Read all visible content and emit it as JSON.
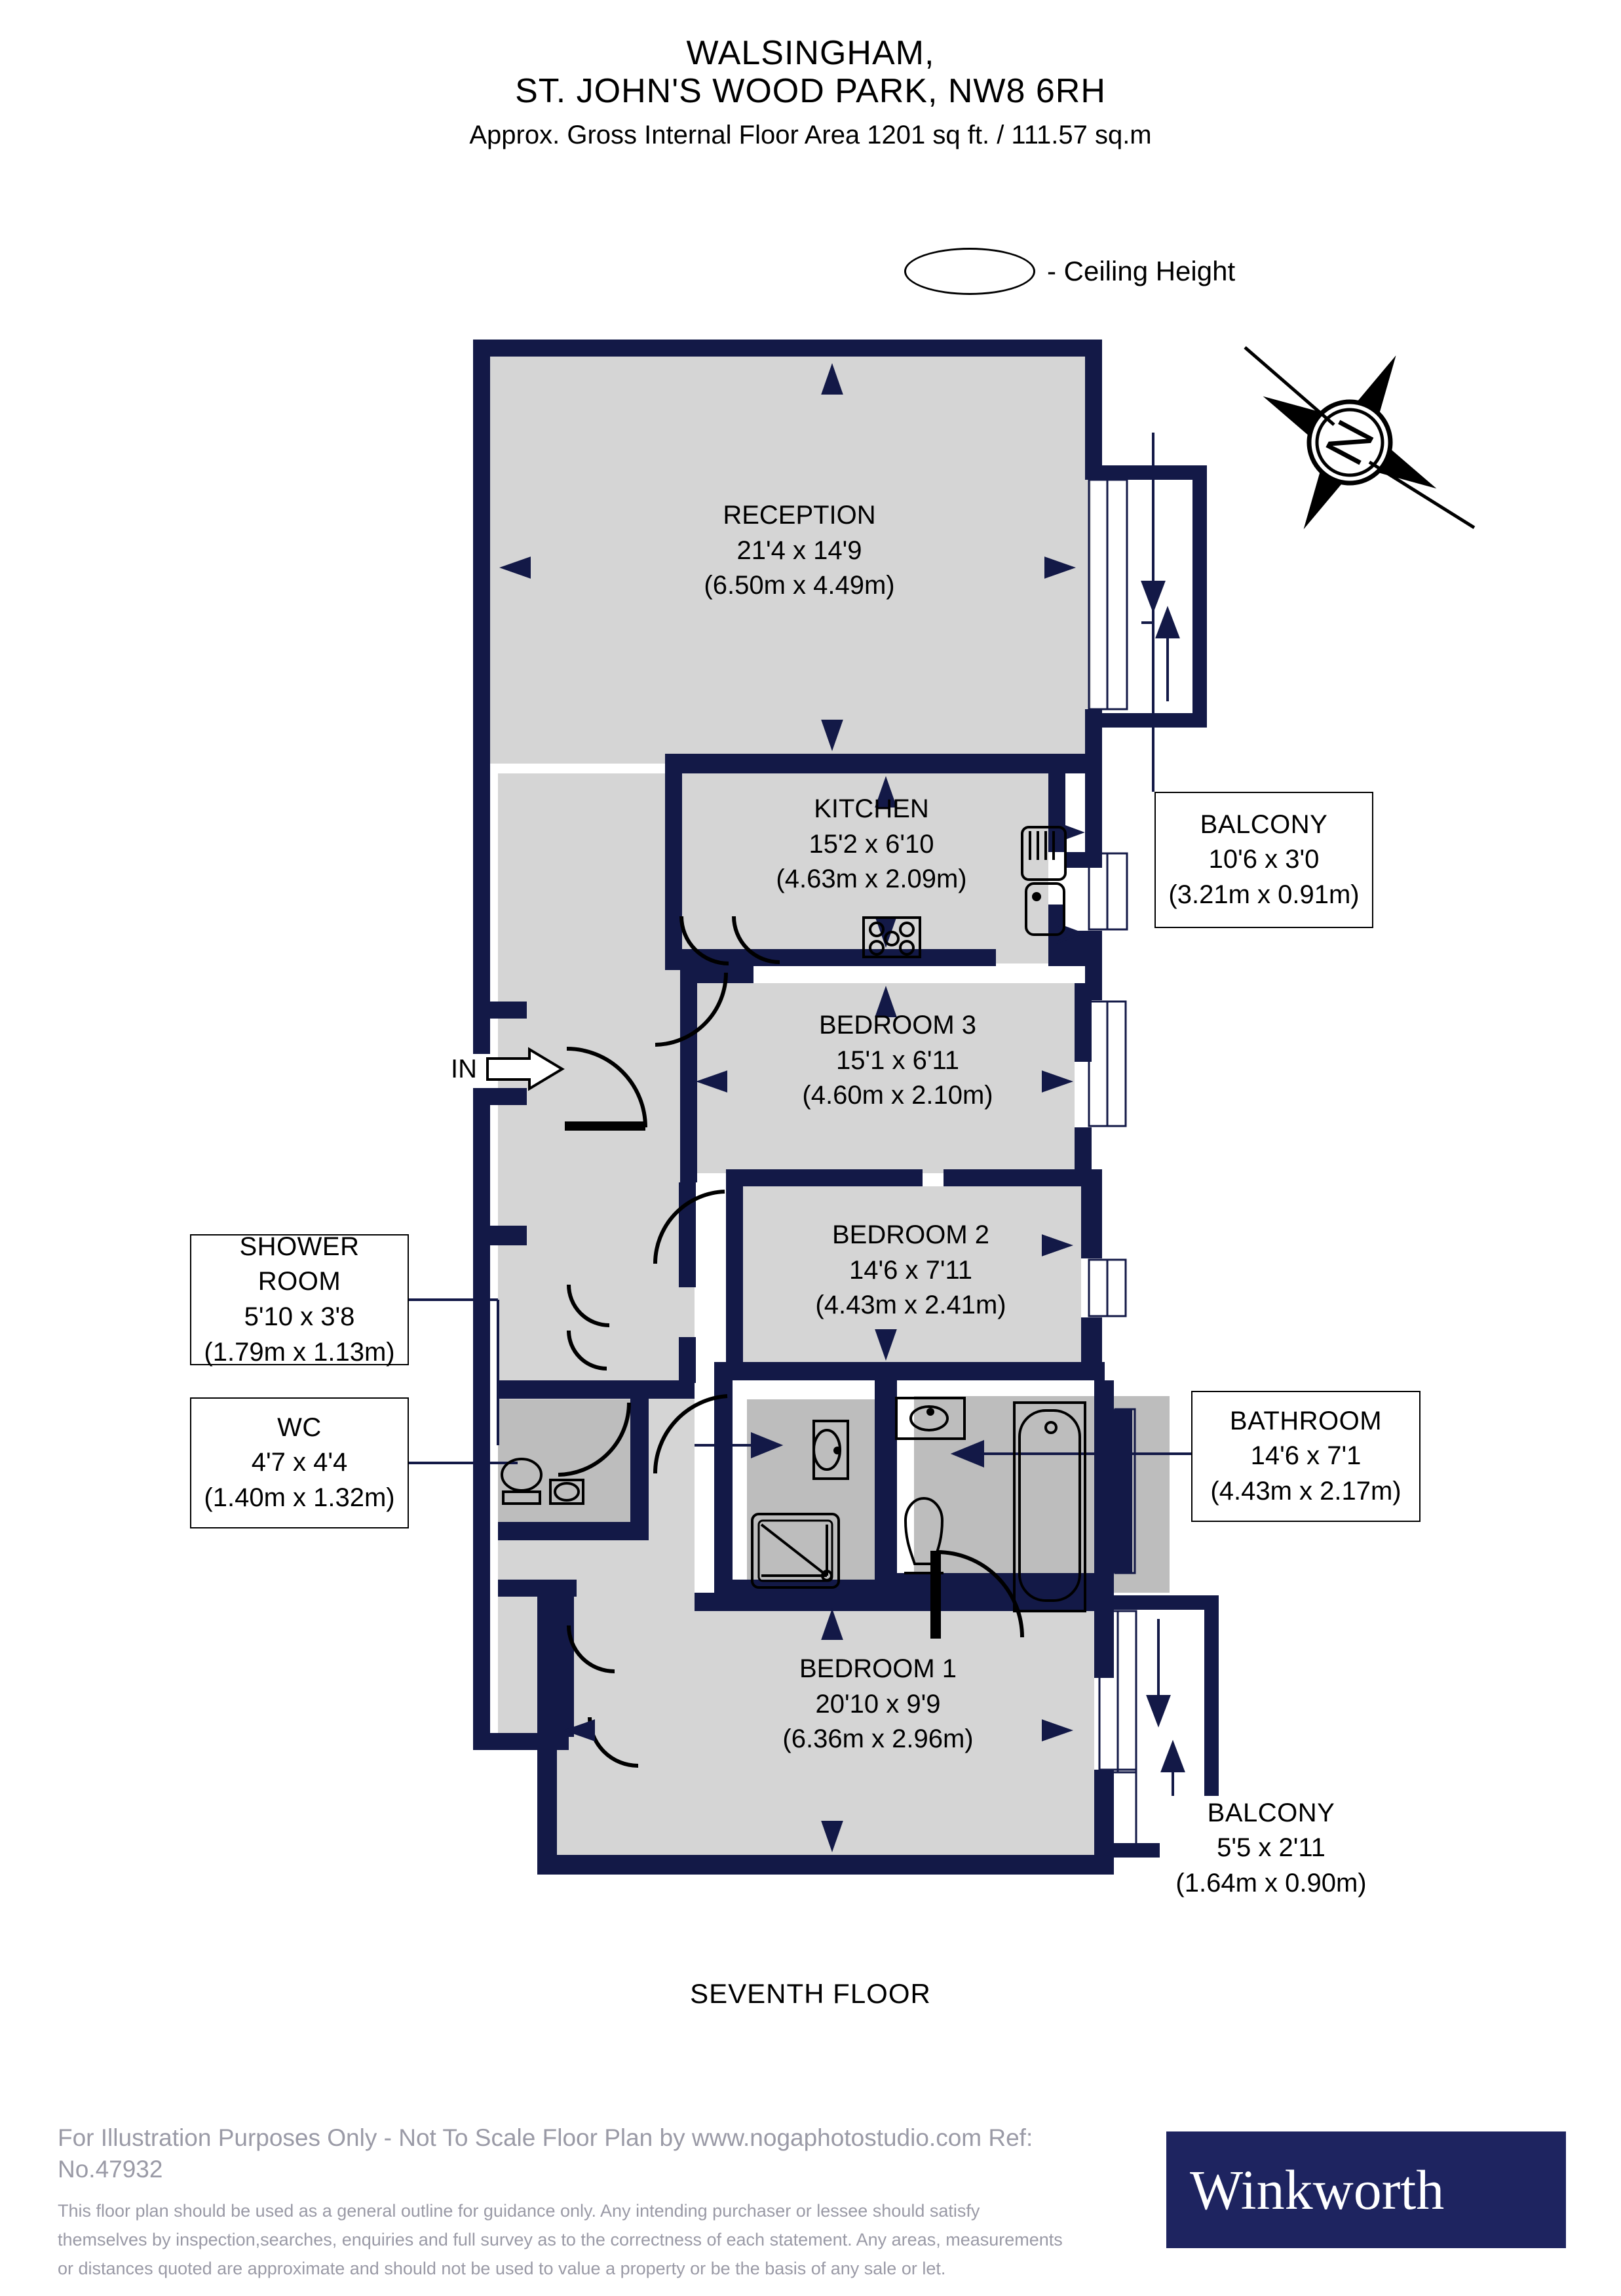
{
  "header": {
    "building": "WALSINGHAM,",
    "address": "ST. JOHN'S WOOD PARK, NW8 6RH",
    "area": "Approx. Gross Internal Floor Area 1201 sq ft. / 111.57 sq.m"
  },
  "legend": {
    "ceiling_height_label": "- Ceiling Height"
  },
  "compass": {
    "letter": "N"
  },
  "entrance": {
    "label": "IN"
  },
  "floor_caption": "SEVENTH FLOOR",
  "rooms": {
    "reception": {
      "name": "RECEPTION",
      "imperial": "21'4 x 14'9",
      "metric": "(6.50m x 4.49m)"
    },
    "kitchen": {
      "name": "KITCHEN",
      "imperial": "15'2 x 6'10",
      "metric": "(4.63m x 2.09m)"
    },
    "bedroom3": {
      "name": "BEDROOM 3",
      "imperial": "15'1 x 6'11",
      "metric": "(4.60m x 2.10m)"
    },
    "bedroom2": {
      "name": "BEDROOM 2",
      "imperial": "14'6 x 7'11",
      "metric": "(4.43m x 2.41m)"
    },
    "bedroom1": {
      "name": "BEDROOM 1",
      "imperial": "20'10 x 9'9",
      "metric": "(6.36m x 2.96m)"
    },
    "balcony_top": {
      "name": "BALCONY",
      "imperial": "10'6 x 3'0",
      "metric": "(3.21m x 0.91m)"
    },
    "balcony_bottom": {
      "name": "BALCONY",
      "imperial": "5'5 x 2'11",
      "metric": "(1.64m x 0.90m)"
    },
    "shower_room": {
      "name": "SHOWER ROOM",
      "imperial": "5'10 x 3'8",
      "metric": "(1.79m x 1.13m)"
    },
    "wc": {
      "name": "WC",
      "imperial": "4'7 x 4'4",
      "metric": "(1.40m x 1.32m)"
    },
    "bathroom": {
      "name": "BATHROOM",
      "imperial": "14'6 x 7'1",
      "metric": "(4.43m x 2.17m)"
    }
  },
  "footer": {
    "line1": "For Illustration Purposes Only - Not To Scale   Floor Plan by www.nogaphotostudio.com   Ref: No.47932",
    "disclaimer1": "This floor plan should be used as a general outline for guidance only. Any intending purchaser or lessee should satisfy",
    "disclaimer2": "themselves by inspection,searches, enquiries and full survey as to the correctness of each statement. Any areas, measurements",
    "disclaimer3": "or distances quoted are approximate and should not be used to value a property or be the basis of any sale or let."
  },
  "brand": {
    "name": "Winkworth"
  },
  "colors": {
    "wall": "#131947",
    "floor": "#d5d5d5",
    "brand": "#1e2460",
    "footer_text": "#9a9aa6"
  }
}
